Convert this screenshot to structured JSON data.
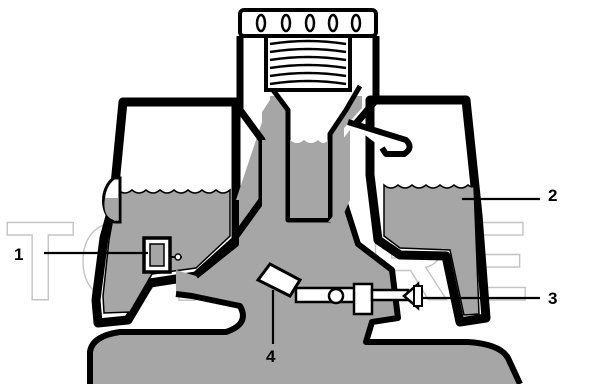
{
  "diagram": {
    "watermark": "TOP PRE",
    "labels": [
      {
        "id": "1",
        "text": "1"
      },
      {
        "id": "2",
        "text": "2"
      },
      {
        "id": "3",
        "text": "3"
      },
      {
        "id": "4",
        "text": "4"
      }
    ],
    "colors": {
      "fluid": "#a6a6a6",
      "outline": "#000000",
      "background": "#ffffff",
      "watermark": "#c4c4c4"
    }
  }
}
